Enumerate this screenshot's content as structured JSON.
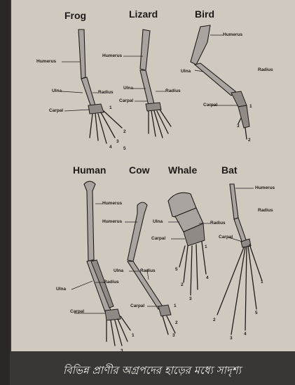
{
  "caption": "বিভিন্ন প্রাণীর অগ্রপদের হাড়ের মধ্যে সাদৃশ্য",
  "animals": {
    "frog": "Frog",
    "lizard": "Lizard",
    "bird": "Bird",
    "human": "Human",
    "cow": "Cow",
    "whale": "Whale",
    "bat": "Bat"
  },
  "labels": {
    "humerus": "Humerus",
    "ulna": "Ulna",
    "radius": "Radius",
    "carpal": "Carpal"
  },
  "digit_numbers": [
    "1",
    "2",
    "3",
    "4",
    "5"
  ]
}
